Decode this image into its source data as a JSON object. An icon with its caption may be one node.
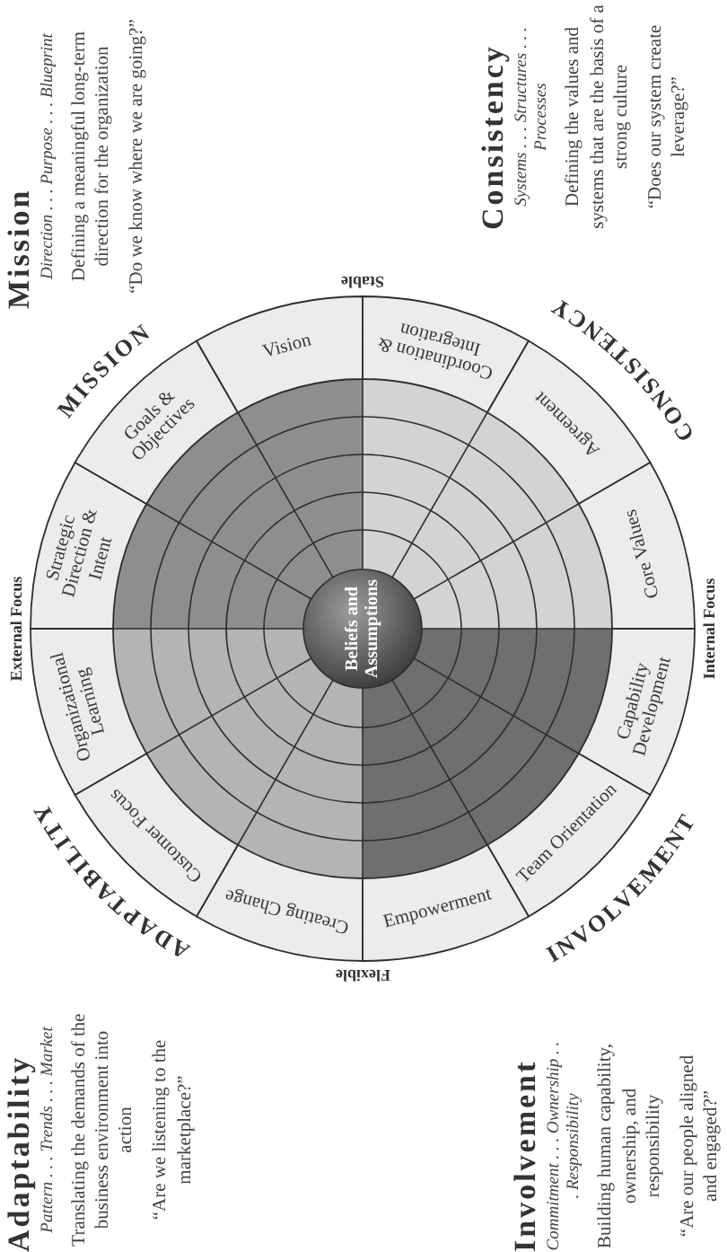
{
  "diagram": {
    "nodes": [
      {
        "text": [
          "Coordination & Integration"
        ]
      },
      {
        "text": [
          "Agreement"
        ]
      },
      {
        "text": [
          "Core Values"
        ]
      },
      {
        "text": [
          "Capability Development"
        ]
      },
      {
        "text": [
          "Team Orientation"
        ]
      },
      {
        "text": [
          "Empowerment"
        ]
      },
      {
        "text": [
          "Creating Change"
        ]
      },
      {
        "text": [
          "Customer Focus"
        ]
      },
      {
        "text": [
          "Organizational Learning"
        ]
      },
      {
        "text": [
          "Strategic Direction & Intent"
        ]
      },
      {
        "text": [
          "Goals & Objectives"
        ]
      },
      {
        "text": [
          "Vision"
        ]
      },
      {
        "text": [
          "Beliefs and Assumptions"
        ]
      }
    ],
    "edges": [],
    "labels": [
      "Mission",
      "Direction . . . Purpose . . . Blueprint",
      "Defining a meaningful long-term direction for the organization",
      "“Do we know where we are going?”",
      "Consistency",
      "Systems . . . Structures . . . Processes",
      "Defining the values and systems that are the basis of a strong culture",
      "“Does our system create leverage?”",
      "MISSION",
      "Stable",
      "CONSISTENCY",
      "External Focus",
      "Internal Focus",
      "ADAPTABILITY",
      "Flexible",
      "INVOLVEMENT",
      "Adaptability",
      "Pattern . . . Trends . . . Market",
      "Translating the demands of the business environment into action",
      "“Are we listening to the marketplace?”",
      "Involvement",
      "Commitment . . . Ownership . . . Responsibility",
      "Building human capability, ownership, and responsibility",
      "“Are our people aligned and engaged?”"
    ]
  }
}
